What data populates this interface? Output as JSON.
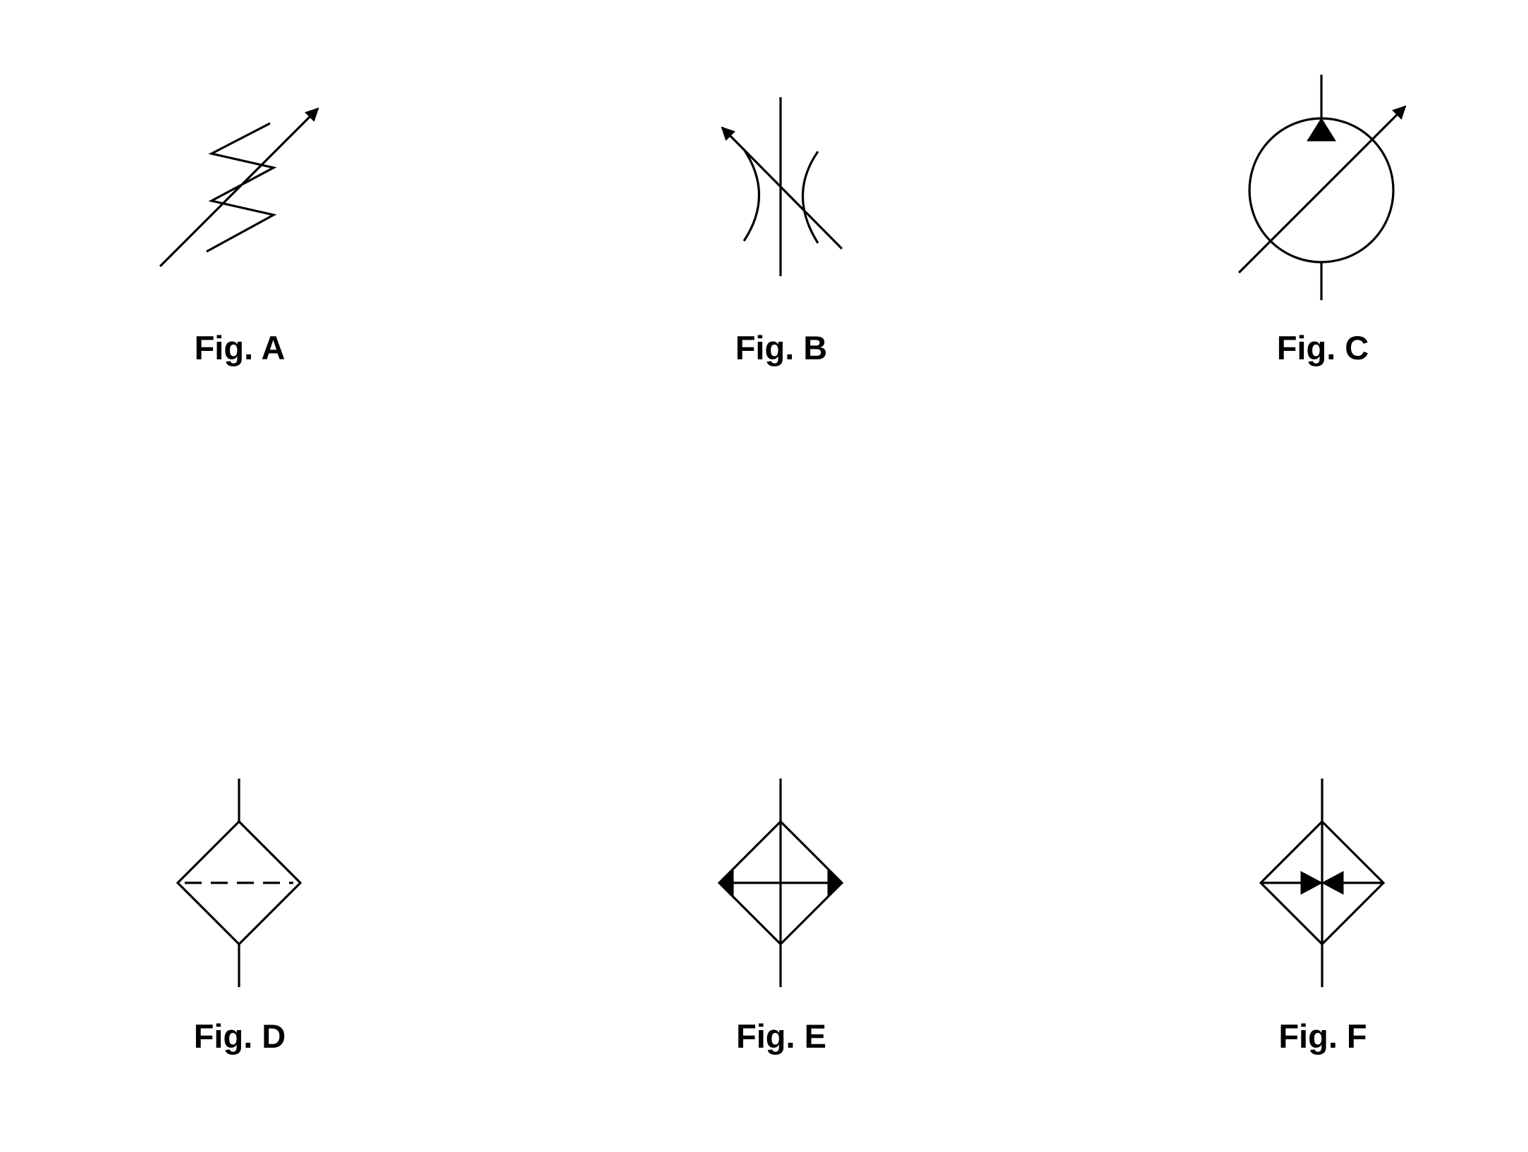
{
  "figures": {
    "a": {
      "label": "Fig. A",
      "icon": "adjustable-spring-icon"
    },
    "b": {
      "label": "Fig. B",
      "icon": "variable-restrictor-icon"
    },
    "c": {
      "label": "Fig. C",
      "icon": "variable-displacement-pump-icon"
    },
    "d": {
      "label": "Fig. D",
      "icon": "filter-icon"
    },
    "e": {
      "label": "Fig. E",
      "icon": "heater-icon"
    },
    "f": {
      "label": "Fig. F",
      "icon": "cooler-icon"
    }
  },
  "colors": {
    "ink": "#000000",
    "background": "#ffffff"
  }
}
